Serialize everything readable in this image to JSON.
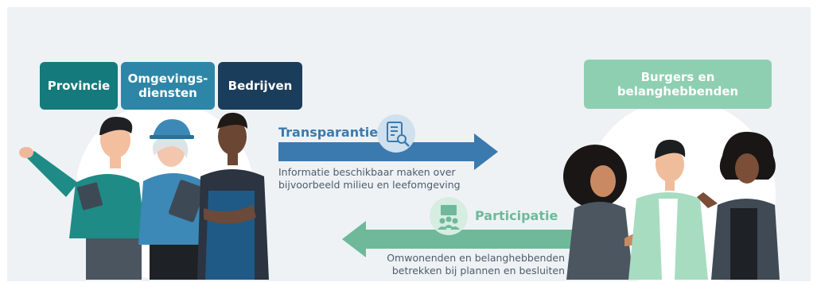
{
  "left_group": {
    "provincie": "Provincie",
    "omgevingsdiensten_line1": "Omgevings-",
    "omgevingsdiensten_line2": "diensten",
    "bedrijven": "Bedrijven"
  },
  "right_group": {
    "line1": "Burgers en",
    "line2": "belanghebbenden"
  },
  "transparantie": {
    "title": "Transparantie",
    "desc_line1": "Informatie beschikbaar maken over",
    "desc_line2": "bijvoorbeeld milieu en leefomgeving",
    "icon": "document-search-icon"
  },
  "participatie": {
    "title": "Participatie",
    "desc_line1": "Omwonenden en belanghebbenden",
    "desc_line2": "betrekken bij plannen en besluiten",
    "icon": "group-presentation-icon"
  },
  "colors": {
    "provincie": "#157a7c",
    "omgevingsdiensten": "#2d86a8",
    "bedrijven": "#1b3d5c",
    "burgers": "#8fcfb1",
    "transparantie_arrow": "#3b7aae",
    "participatie_arrow": "#6fb99a"
  }
}
